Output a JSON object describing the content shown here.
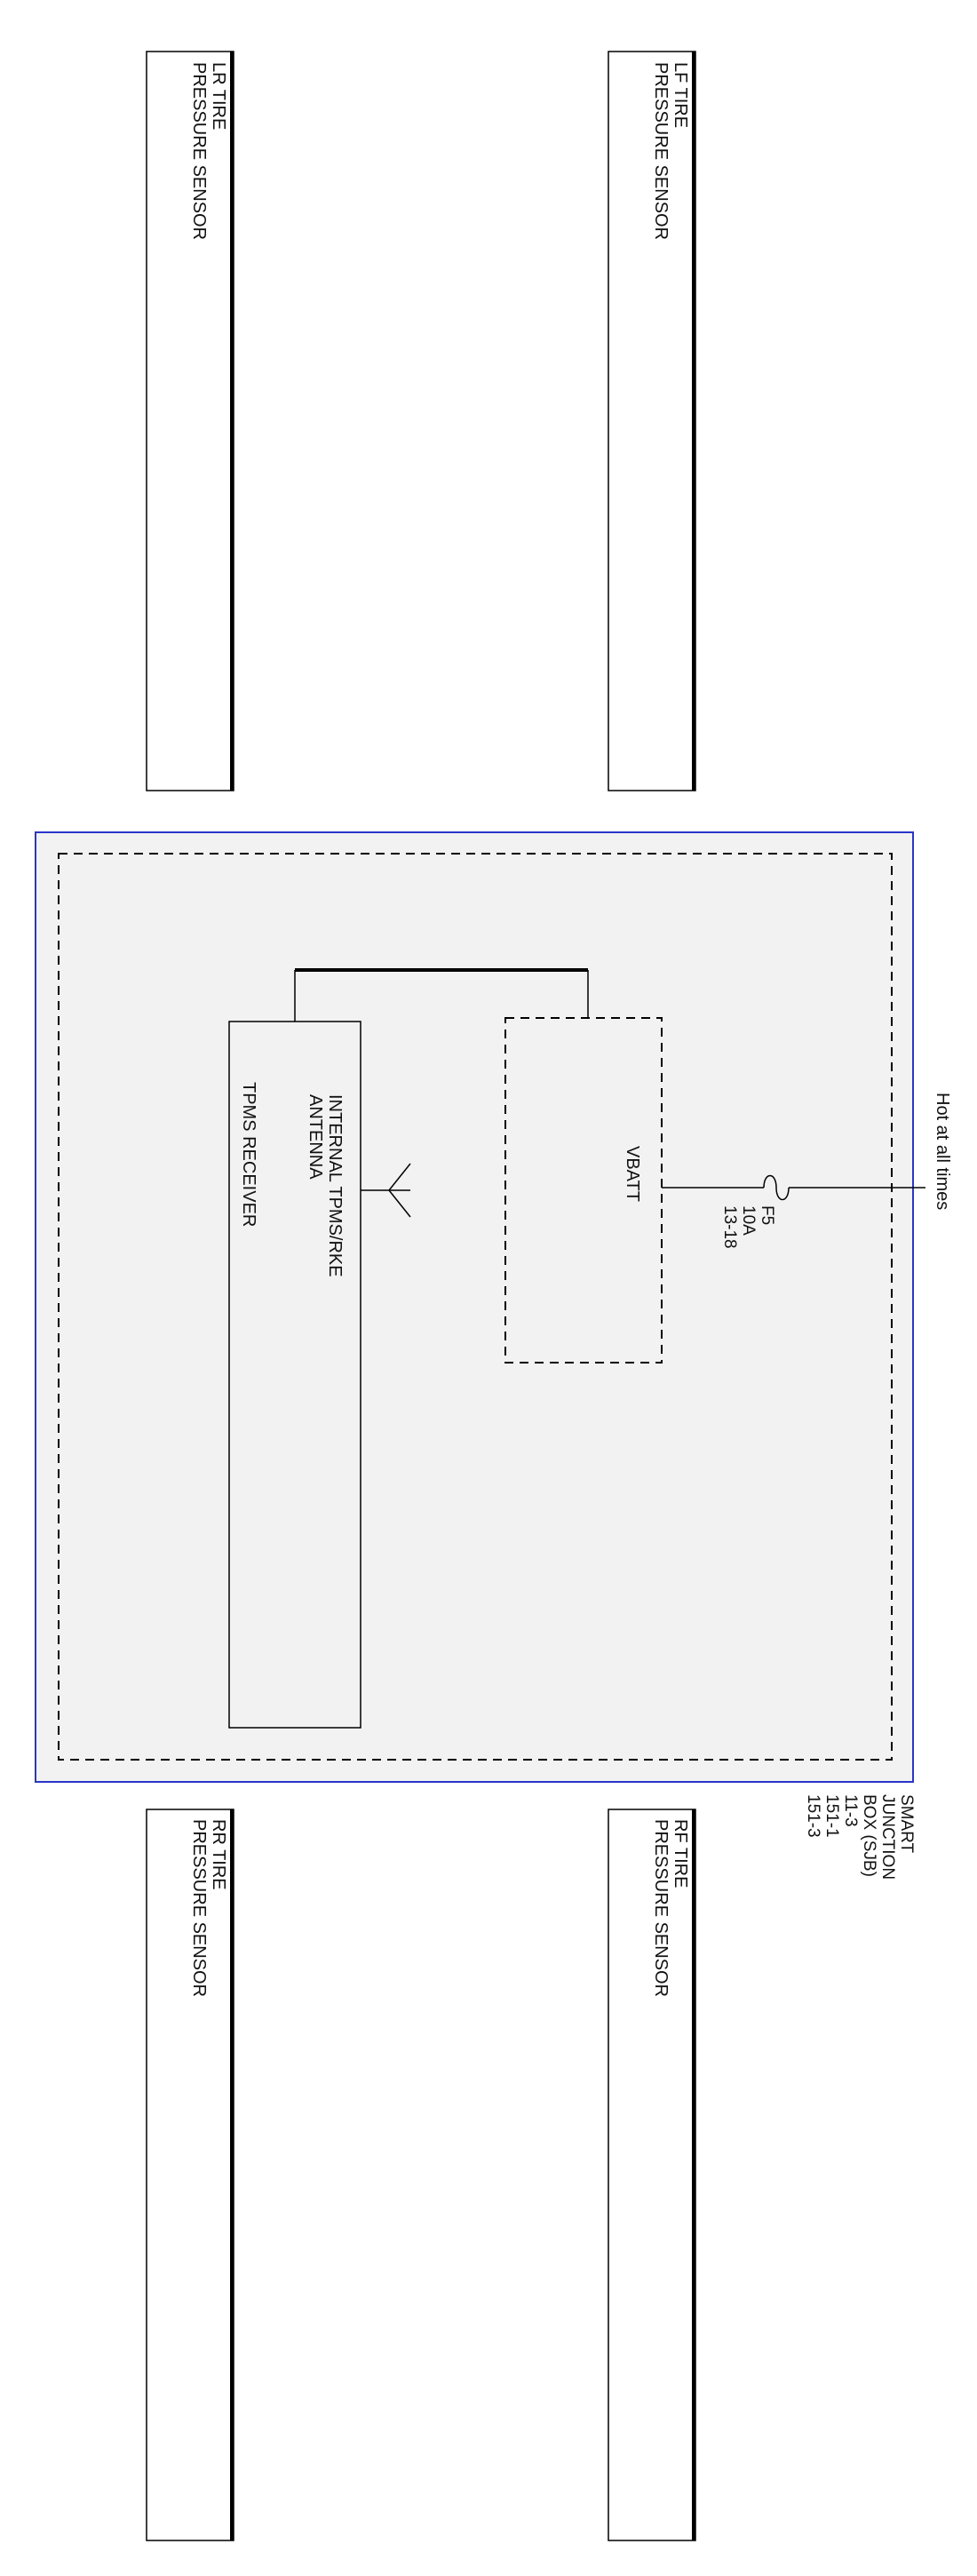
{
  "diagram": {
    "colors": {
      "module_border": "#2a35c9",
      "module_fill": "#f2f2f2",
      "line": "#000000"
    },
    "sensors": {
      "lr": {
        "line1": "LR TIRE",
        "line2": "PRESSURE SENSOR"
      },
      "lf": {
        "line1": "LF TIRE",
        "line2": "PRESSURE SENSOR"
      },
      "rr": {
        "line1": "RR TIRE",
        "line2": "PRESSURE SENSOR"
      },
      "rf": {
        "line1": "RF TIRE",
        "line2": "PRESSURE SENSOR"
      }
    },
    "power": {
      "hot_label": "Hot at all times",
      "fuse_name": "F5",
      "fuse_rating": "10A",
      "fuse_ref": "13-18",
      "vbatt": "VBATT"
    },
    "receiver": {
      "antenna_line1": "INTERNAL TPMS/RKE",
      "antenna_line2": "ANTENNA",
      "name": "TPMS RECEIVER"
    },
    "module": {
      "name_lines": [
        "SMART",
        "JUNCTION",
        "BOX (SJB)"
      ],
      "refs": [
        "11-3",
        "151-1",
        "151-3"
      ]
    }
  }
}
